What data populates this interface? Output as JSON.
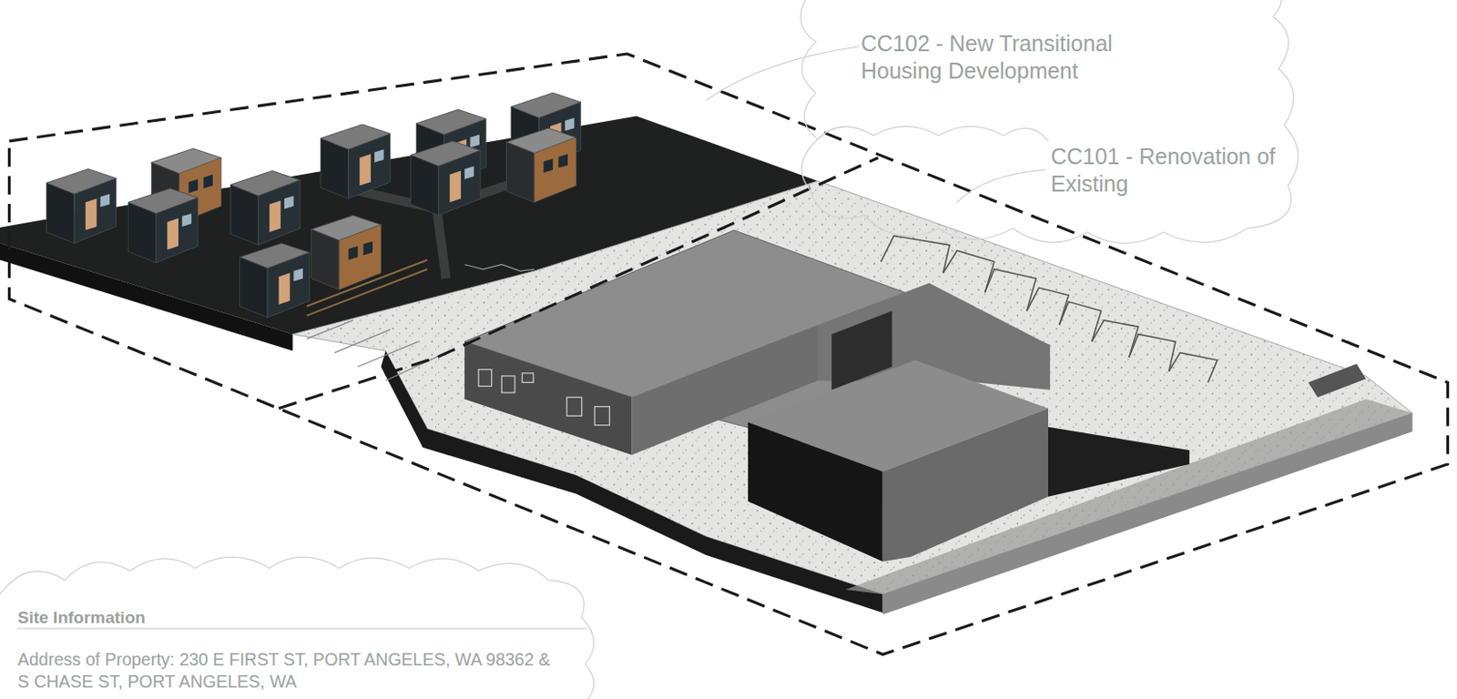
{
  "diagram": {
    "nodes": [
      {
        "text": [
          "CC102 - New Transitional Housing Development"
        ]
      },
      {
        "text": [
          "CC101 - Renovation of Existing"
        ]
      },
      {
        "text": [
          "Site Information",
          "Address of Property: 230 E FIRST ST, PORT ANGELES, WA 98362 & S CHASE ST, PORT ANGELES, WA"
        ]
      }
    ]
  }
}
